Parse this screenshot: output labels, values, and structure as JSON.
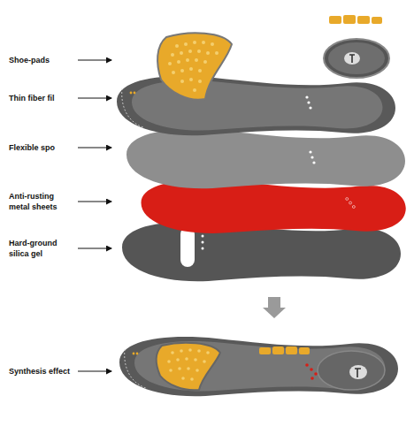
{
  "diagram": {
    "labels": [
      "Shoe-pads",
      "Thin fiber fil",
      "Flexible spo",
      "Anti-rusting metal sheets",
      "Hard-ground silica gel",
      "Synthesis effect"
    ]
  }
}
